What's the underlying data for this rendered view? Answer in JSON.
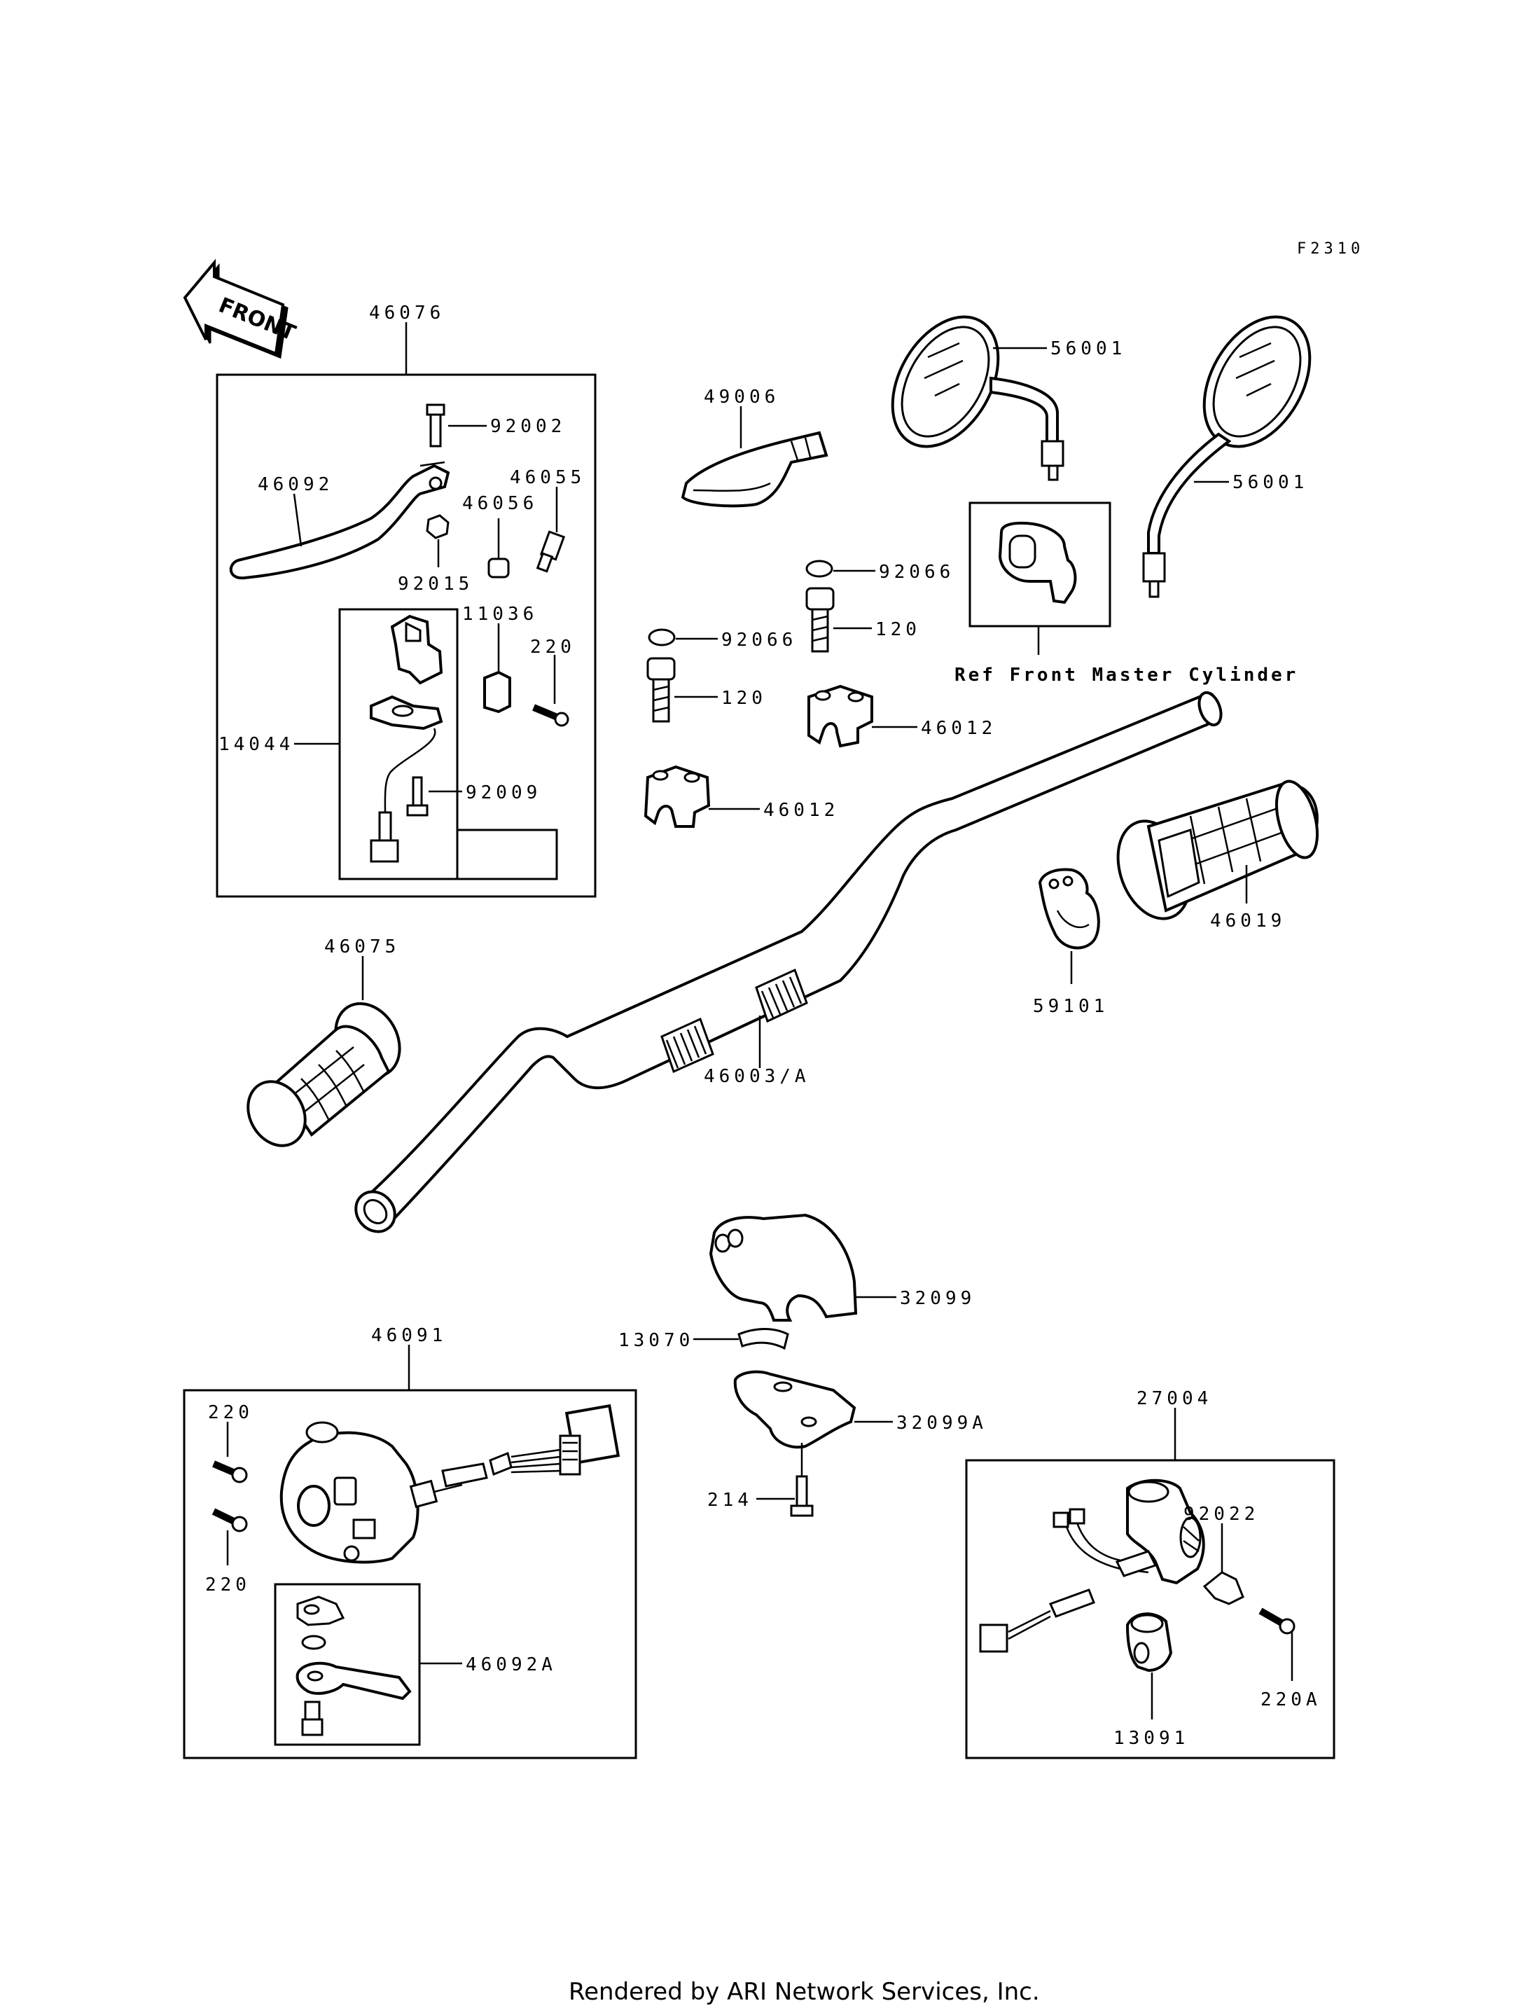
{
  "figure_id": "F2310",
  "front_label": "FRONT",
  "reference_note": "Ref Front Master Cylinder",
  "footer": "Rendered by ARI Network Services, Inc.",
  "labels": {
    "p46076": "46076",
    "p92002": "92002",
    "p46092": "46092",
    "p46055": "46055",
    "p46056": "46056",
    "p92015": "92015",
    "p11036": "11036",
    "p220a": "220",
    "p14044": "14044",
    "p92009": "92009",
    "p49006": "49006",
    "p56001a": "56001",
    "p56001b": "56001",
    "p92066a": "92066",
    "p120a": "120",
    "p92066b": "92066",
    "p120b": "120",
    "p46012a": "46012",
    "p46012b": "46012",
    "p46019": "46019",
    "p59101": "59101",
    "p46075": "46075",
    "p46003A": "46003/A",
    "p32099": "32099",
    "p13070": "13070",
    "p32099A": "32099A",
    "p214": "214",
    "p46091": "46091",
    "p220b": "220",
    "p220c": "220",
    "p46092A": "46092A",
    "p27004": "27004",
    "p92022": "92022",
    "p220A": "220A",
    "p13091": "13091"
  }
}
